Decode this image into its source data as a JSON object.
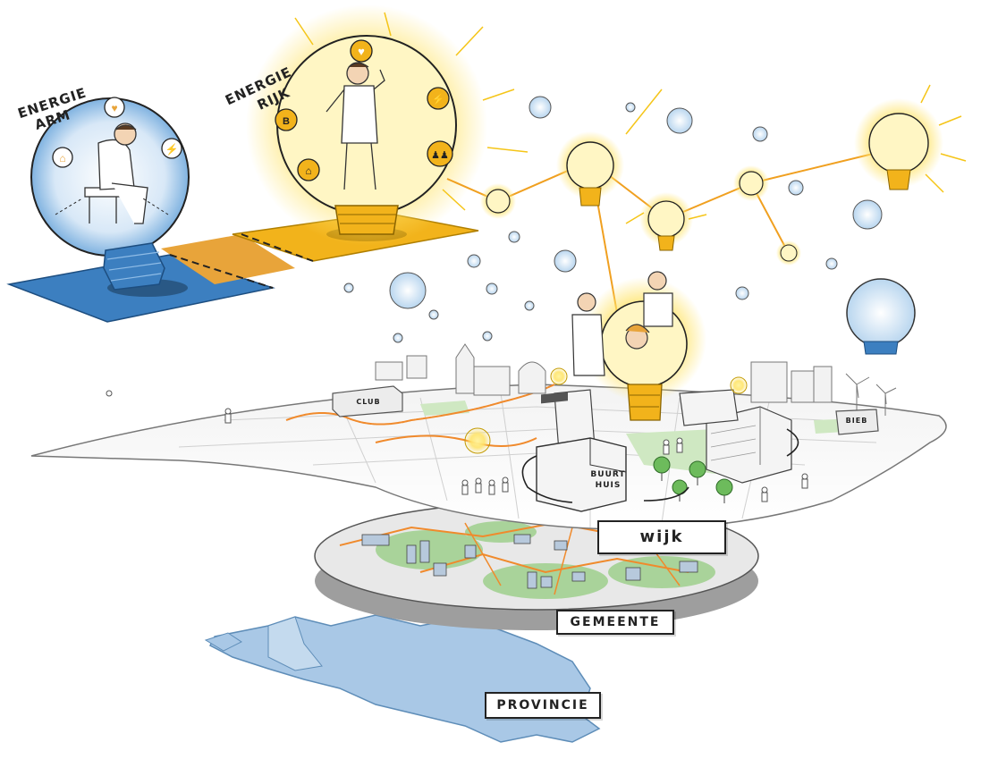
{
  "labels": {
    "energie_arm_line1": "ENERGIE",
    "energie_arm_line2": "ARM",
    "energie_rijk_line1": "ENERGIE",
    "energie_rijk_line2": "RIJK",
    "wijk": "wijk",
    "gemeente": "GEMEENTE",
    "provincie": "PROVINCIE",
    "building_club": "CLUB",
    "building_buurthuis_1": "BUURT",
    "building_buurthuis_2": "HUIS",
    "building_bieb": "BIEB"
  },
  "colors": {
    "energy_yellow": "#F5C518",
    "glow": "#FFE66B",
    "cold_blue": "#3C7FC0",
    "province_blue": "#A9C8E6",
    "orange_path": "#F08A2C",
    "green_grass": "#A9D39A"
  },
  "icons": [
    "heart-icon",
    "lightning-icon",
    "house-icon",
    "energy-label-icon",
    "people-icon",
    "bulb-icon"
  ]
}
